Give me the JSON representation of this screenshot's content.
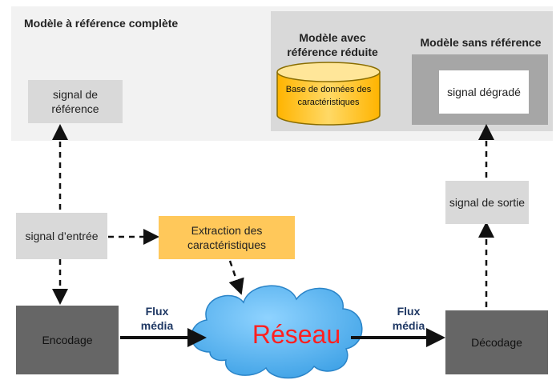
{
  "full_reference": {
    "title": "Modèle à référence complète"
  },
  "reduced_reference": {
    "title": "Modèle avec référence réduite",
    "database": "Base de données des caractéristiques"
  },
  "no_reference": {
    "title": "Modèle sans référence"
  },
  "nodes": {
    "reference_signal": "signal de référence",
    "degraded_signal": "signal dégradé",
    "output_signal": "signal de sortie",
    "input_signal": "signal d’entrée",
    "feature_extraction": "Extraction des caractéristiques",
    "encoding": "Encodage",
    "decoding": "Décodage",
    "network": "Réseau"
  },
  "flux_labels": {
    "left": "Flux média",
    "right": "Flux média"
  },
  "colors": {
    "panel_light": "#f2f2f2",
    "panel_mid": "#d9d9d9",
    "panel_dark": "#a6a6a6",
    "orange": "#ffc85a",
    "database": "#ffc000",
    "cloud": "#5ab4f0",
    "network_text": "#ff2020",
    "flux_text": "#1f3864",
    "codec_box": "#666666"
  }
}
